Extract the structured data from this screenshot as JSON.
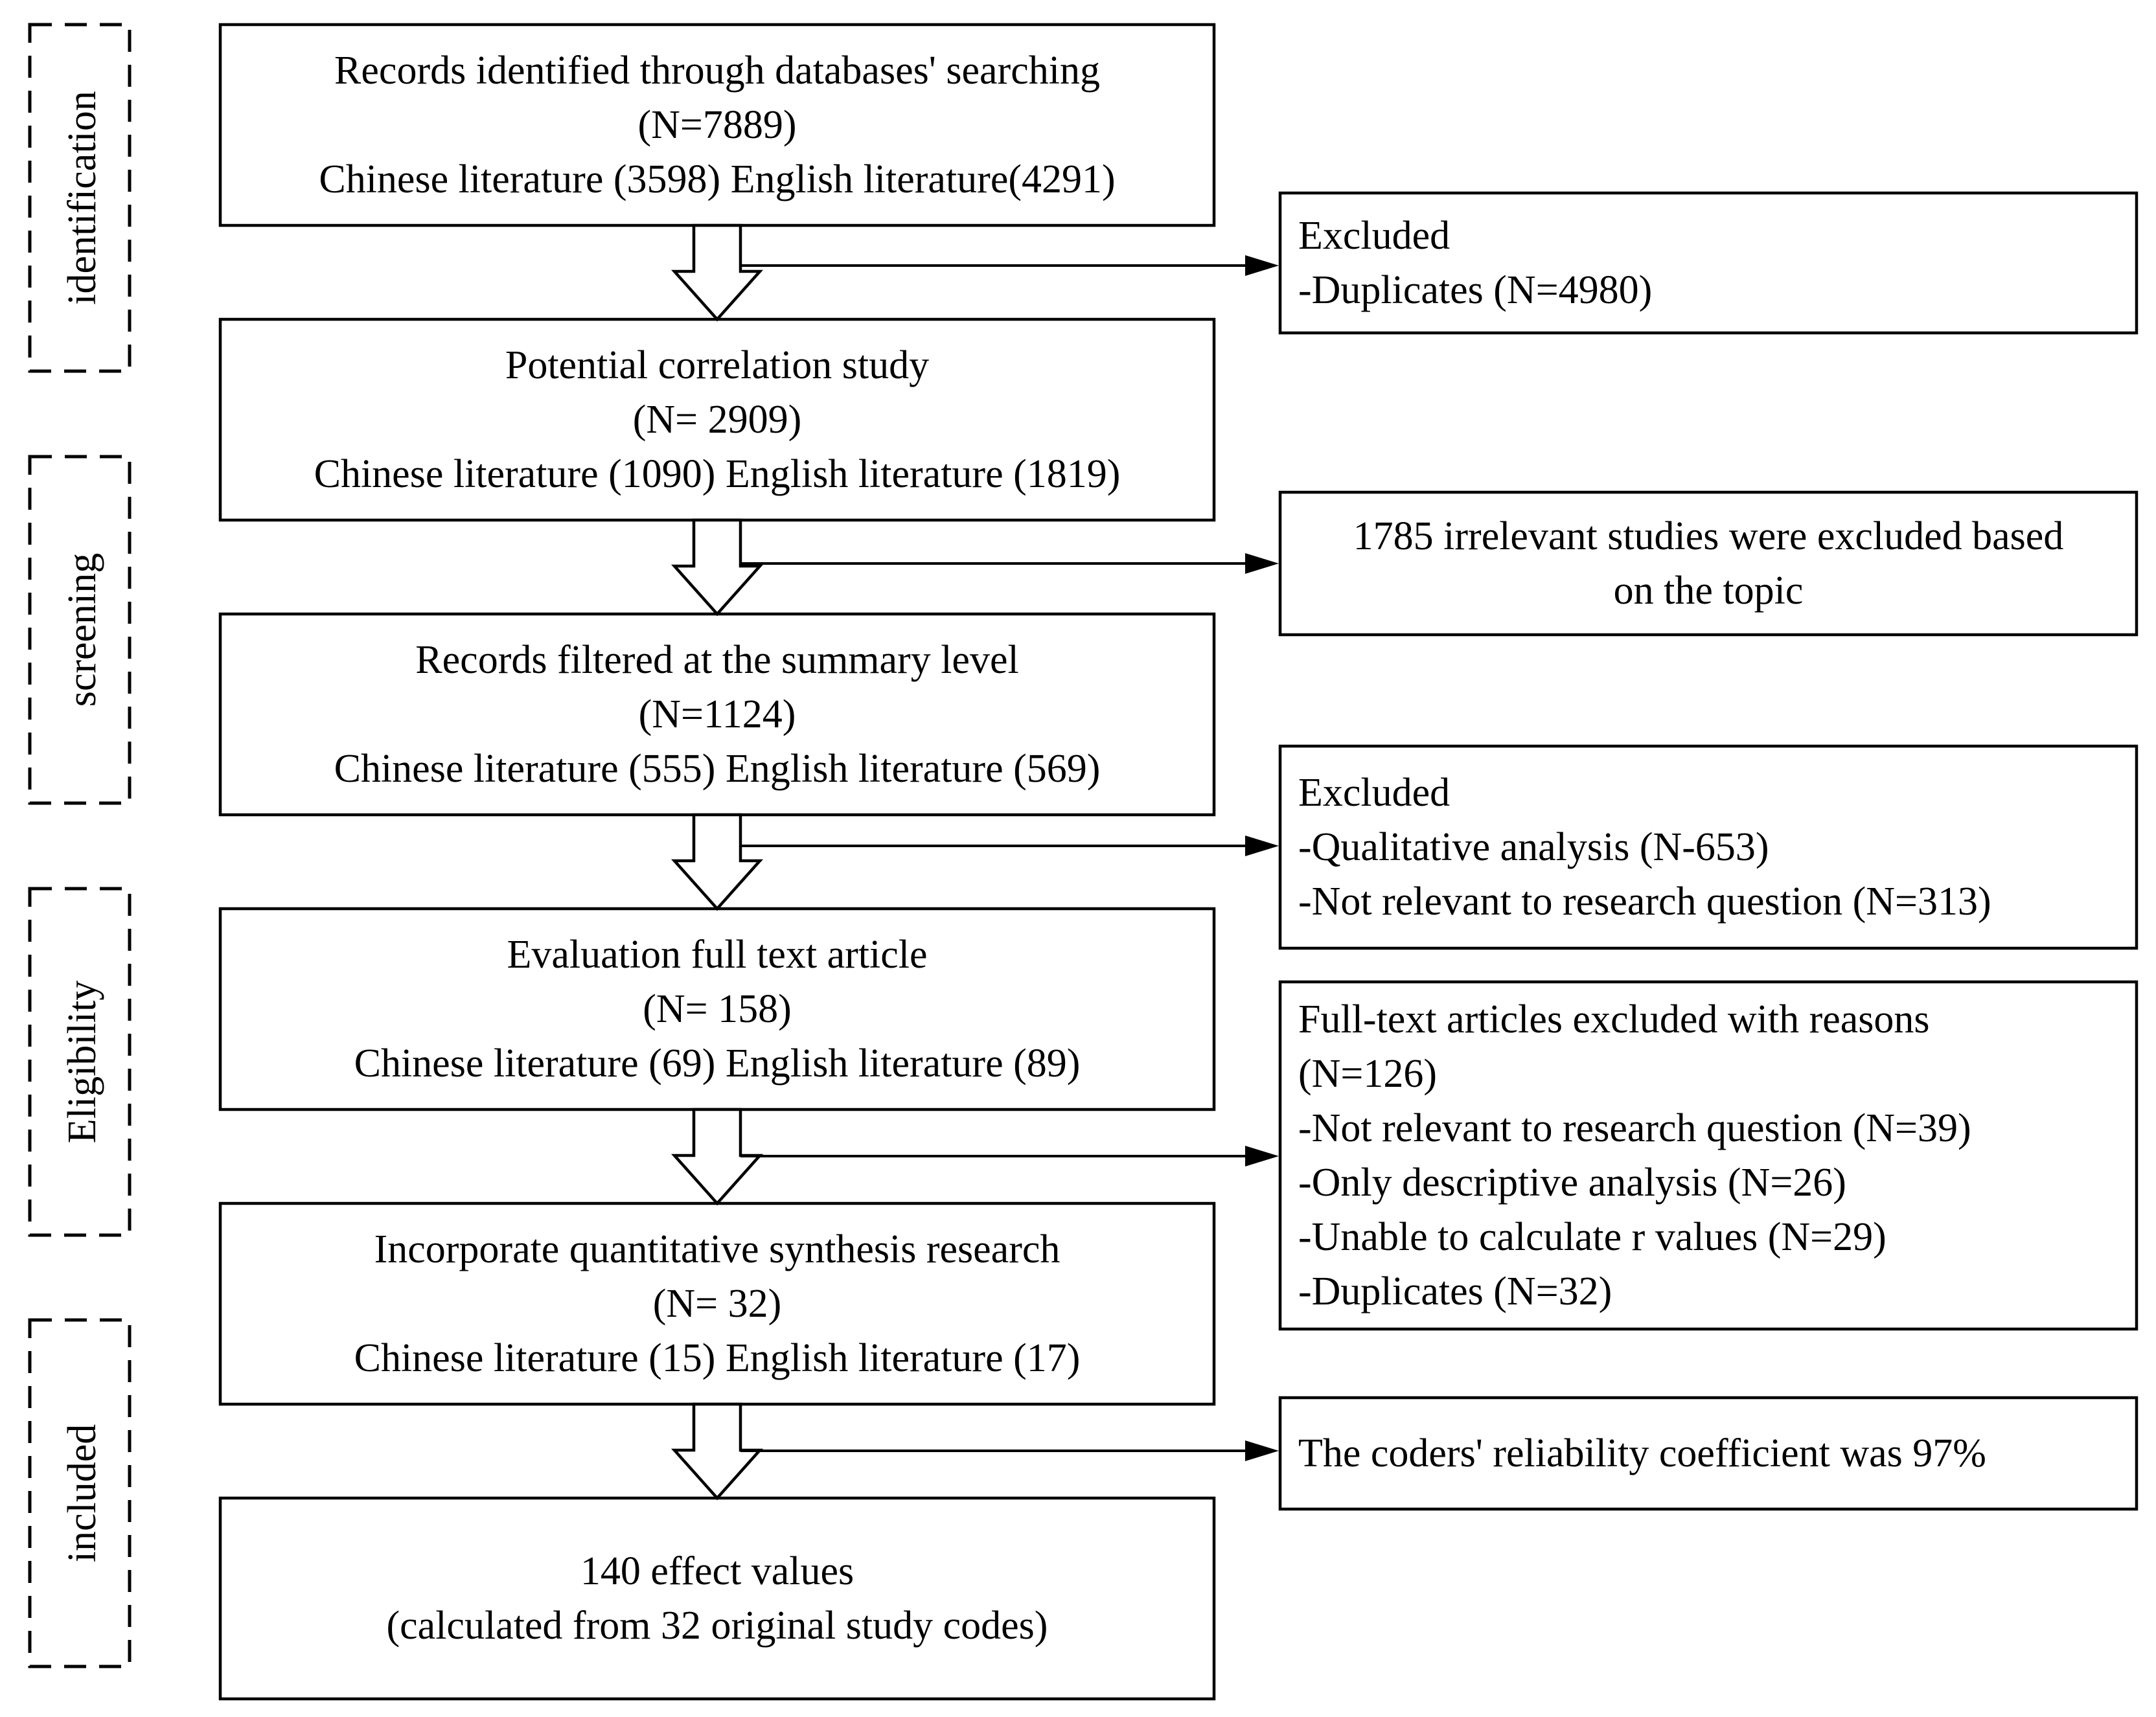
{
  "stages": [
    {
      "id": "identification",
      "label": "identification"
    },
    {
      "id": "screening",
      "label": "screening"
    },
    {
      "id": "eligibility",
      "label": "Eligibility"
    },
    {
      "id": "included",
      "label": "included"
    }
  ],
  "main_boxes": [
    {
      "id": "records-identified",
      "lines": [
        "Records identified through databases' searching",
        "(N=7889)",
        "Chinese literature (3598)   English literature(4291)"
      ]
    },
    {
      "id": "potential-correlation",
      "lines": [
        "Potential correlation study",
        "(N= 2909)",
        "Chinese literature (1090)   English literature (1819)"
      ]
    },
    {
      "id": "summary-level",
      "lines": [
        "Records filtered at the summary level",
        "(N=1124)",
        "Chinese literature (555)    English literature (569)"
      ]
    },
    {
      "id": "full-text-evaluation",
      "lines": [
        "Evaluation full text article",
        "(N= 158)",
        "Chinese literature (69)      English literature (89)"
      ]
    },
    {
      "id": "quantitative-synthesis",
      "lines": [
        "Incorporate quantitative synthesis research",
        "(N= 32)",
        "Chinese literature (15)    English literature (17)"
      ]
    },
    {
      "id": "effect-values",
      "lines": [
        "140 effect values",
        "(calculated from 32 original study codes)"
      ]
    }
  ],
  "side_boxes": [
    {
      "id": "excluded-duplicates",
      "align": "left",
      "lines": [
        "Excluded",
        "-Duplicates (N=4980)"
      ]
    },
    {
      "id": "irrelevant-topic",
      "align": "center",
      "lines": [
        "1785 irrelevant studies were excluded based",
        "on the topic"
      ]
    },
    {
      "id": "excluded-qualitative",
      "align": "left",
      "lines": [
        "Excluded",
        "-Qualitative analysis (N-653)",
        "-Not relevant to research question (N=313)"
      ]
    },
    {
      "id": "full-text-excluded",
      "align": "left",
      "lines": [
        "Full-text articles excluded with reasons",
        "(N=126)",
        "-Not relevant to research question (N=39)",
        "-Only descriptive analysis (N=26)",
        "-Unable to calculate r values (N=29)",
        "-Duplicates  (N=32)"
      ]
    },
    {
      "id": "coder-reliability",
      "align": "left",
      "lines": [
        "The coders' reliability coefficient was 97%"
      ]
    }
  ]
}
